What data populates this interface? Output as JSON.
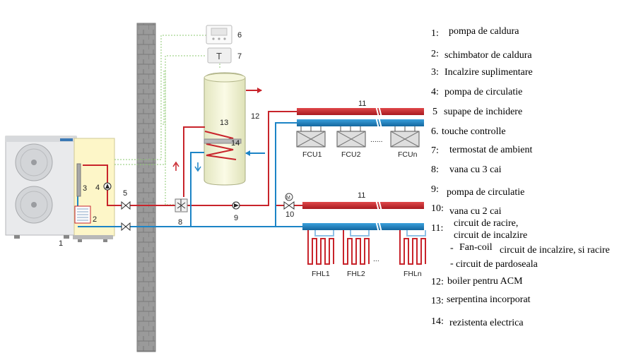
{
  "components": {
    "heat_pump": "1",
    "heat_exchanger": "2",
    "aux_heater": "3",
    "pump_a": "4",
    "valve_closing": "5",
    "controller": "6",
    "thermostat": "7",
    "thermostat_glyph": "T",
    "three_way_valve": "8",
    "pump_b": "9",
    "two_way_valve": "10",
    "circuit_fcu": "11",
    "circuit_fhl": "11",
    "boiler": "12",
    "coil": "13",
    "electric_heater": "14",
    "motor_glyph": "M"
  },
  "fan_coils": [
    "FCU1",
    "FCU2",
    "......",
    "FCUn"
  ],
  "floor_loops": [
    "FHL1",
    "FHL2",
    "...",
    "FHLn"
  ],
  "legend": [
    {
      "num": "1:",
      "text": "pompa de caldura"
    },
    {
      "num": "2:",
      "text": "schimbator de caldura"
    },
    {
      "num": "3:",
      "text": "Incalzire suplimentare"
    },
    {
      "num": "4:",
      "text": "pompa de circulatie"
    },
    {
      "num": "5",
      "text": "supape de inchidere"
    },
    {
      "num": "6.",
      "text": "touche controlle"
    },
    {
      "num": "7:",
      "text": "termostat de ambient"
    },
    {
      "num": "8:",
      "text": "vana cu 3 cai"
    },
    {
      "num": "9:",
      "text": "pompa de circulatie"
    },
    {
      "num": "10:",
      "text": "vana cu 2 cai"
    },
    {
      "num": "11:",
      "text": "circuit de racire,"
    },
    {
      "num": "",
      "text": "circuit de incalzire"
    },
    {
      "num": "-",
      "text": "Fan-coil"
    },
    {
      "num": "",
      "text": "circuit de incalzire, si racire"
    },
    {
      "num": "-",
      "text": "circuit de pardoseala"
    },
    {
      "num": "12:",
      "text": "boiler pentru ACM"
    },
    {
      "num": "13:",
      "text": "serpentina incorporat"
    },
    {
      "num": "14:",
      "text": "rezistenta electrica"
    }
  ],
  "colors": {
    "hot": "#c8242b",
    "cold": "#1c84c6",
    "control": "#8cc870",
    "wall": "#8f8f8f",
    "hydro": "#fdf6c8"
  }
}
